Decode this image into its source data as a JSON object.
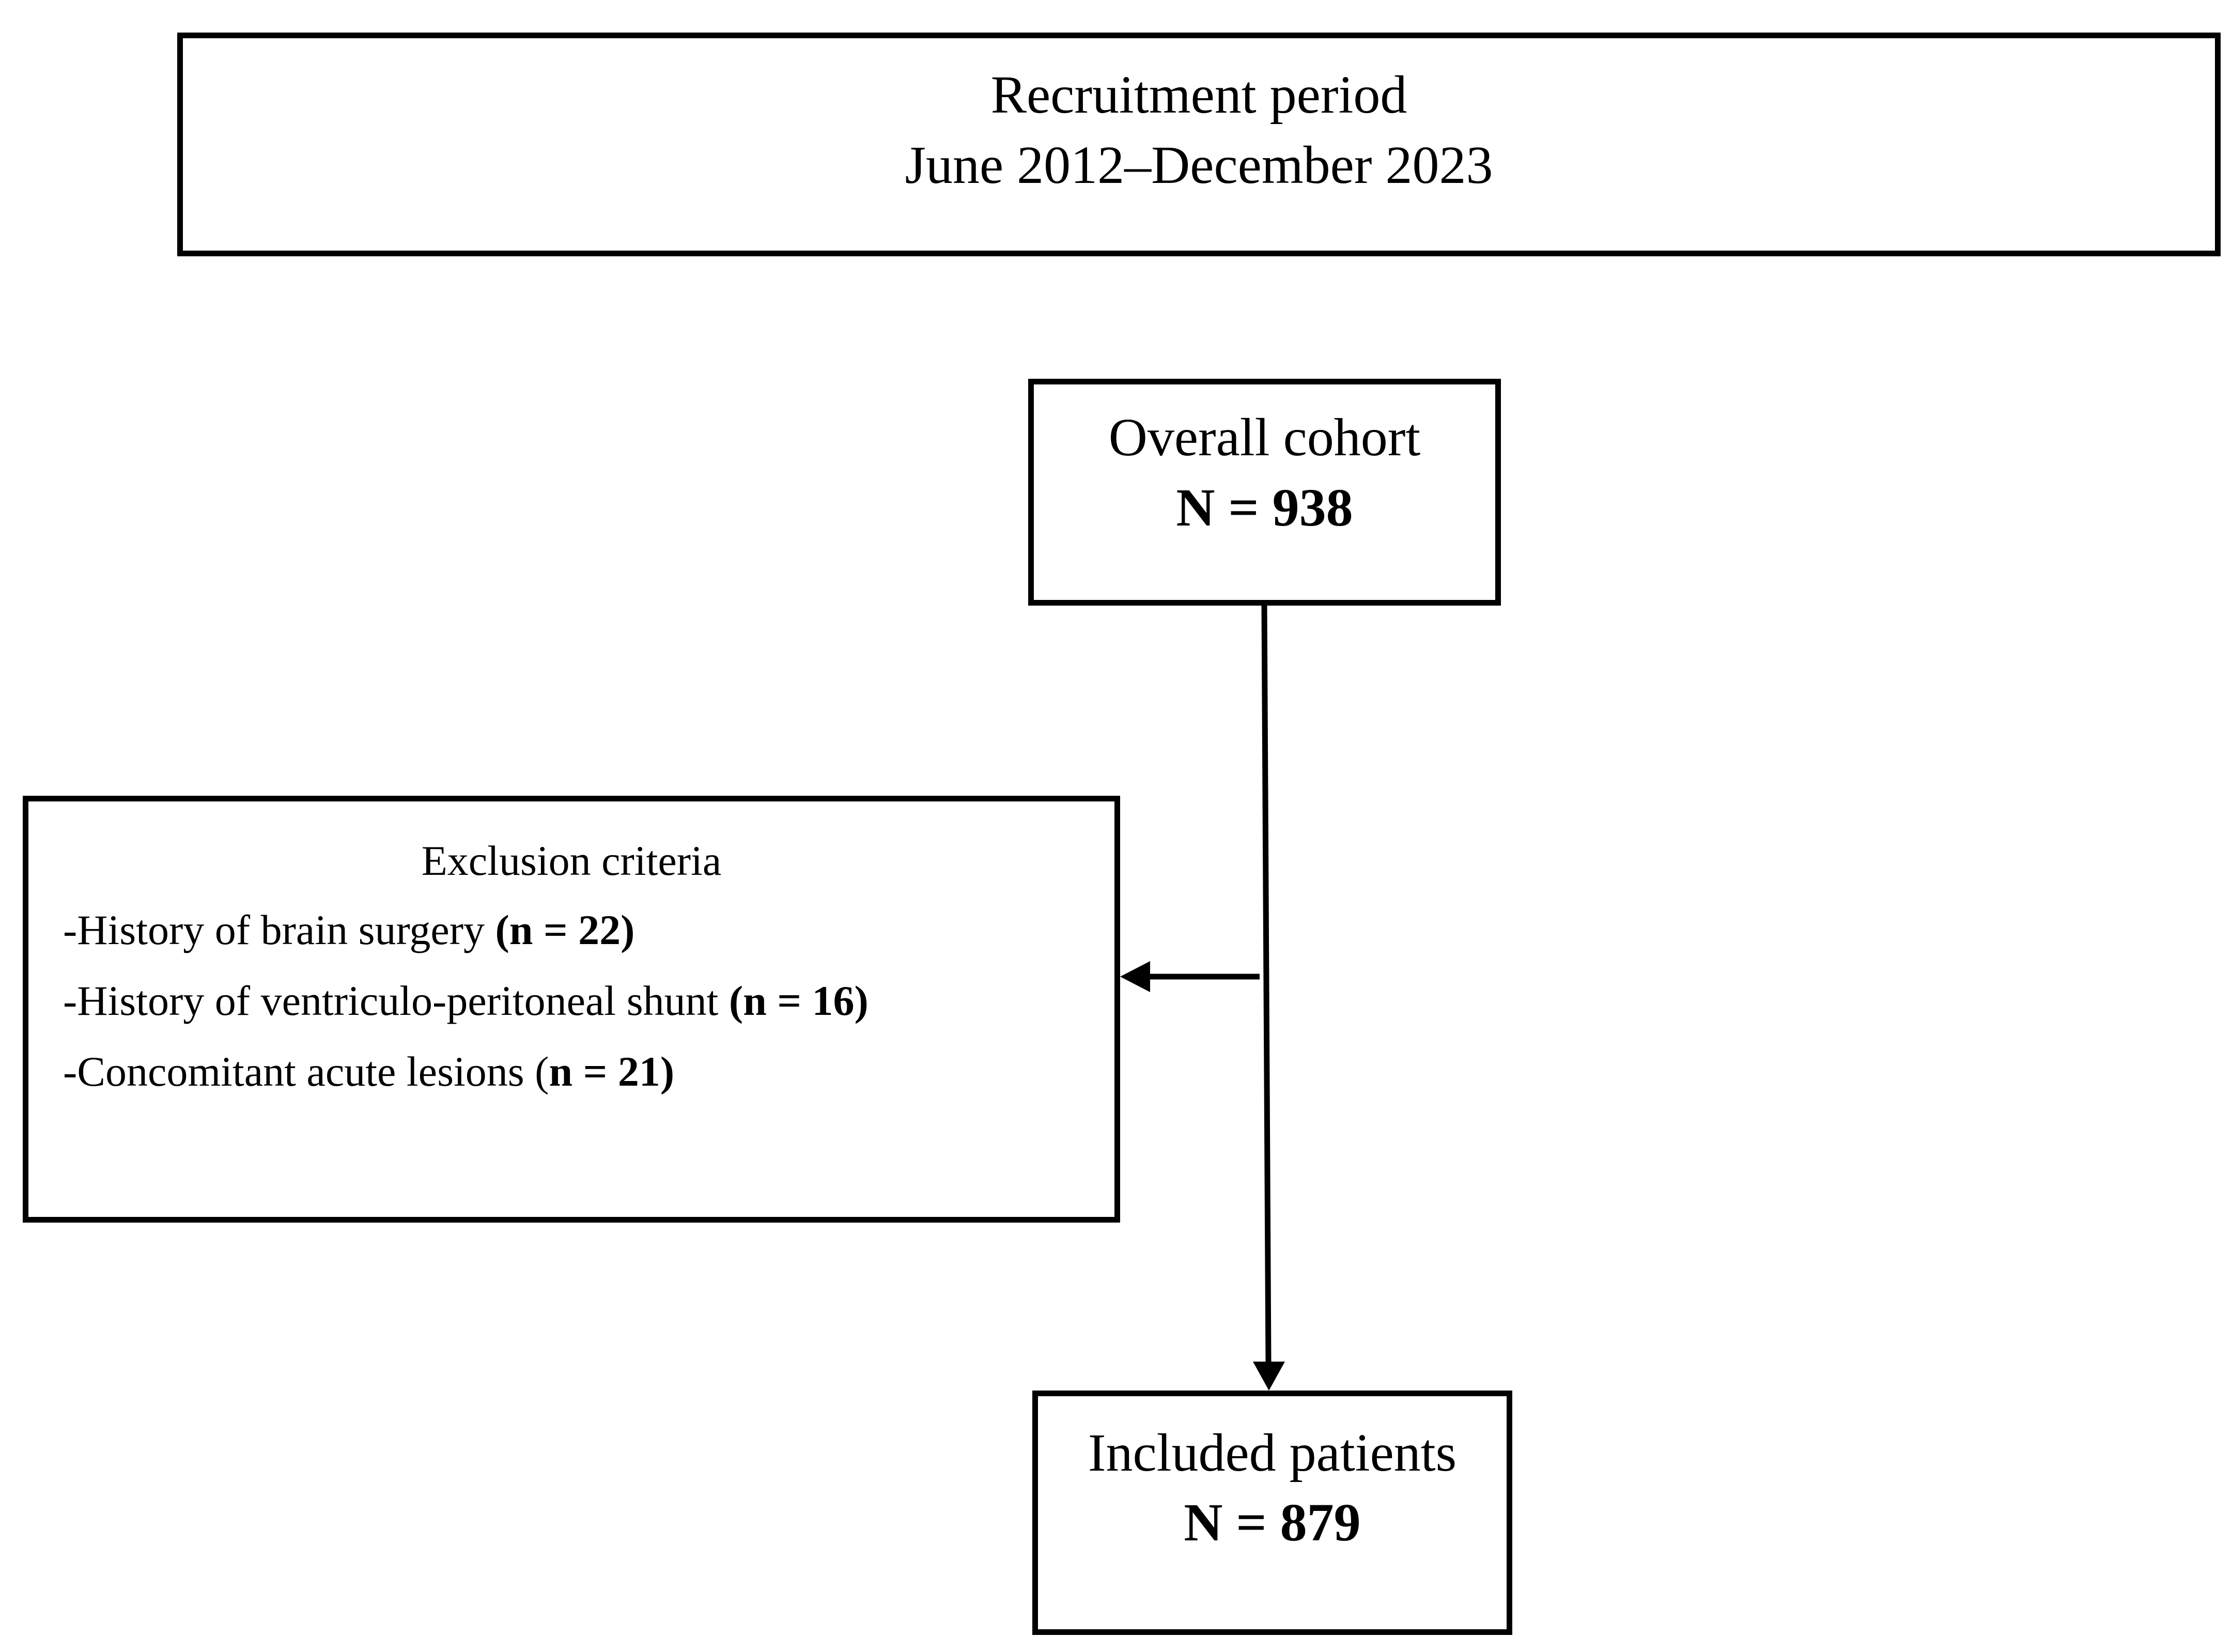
{
  "recruitment": {
    "title": "Recruitment period",
    "period": "June 2012–December 2023"
  },
  "overall": {
    "label": "Overall cohort",
    "count": "N = 938"
  },
  "exclusion": {
    "title": "Exclusion criteria",
    "items": [
      {
        "text": "-History of brain surgery ",
        "count": "(n = 22)"
      },
      {
        "text": "-History of ventriculo-peritoneal shunt ",
        "count": "(n = 16)"
      },
      {
        "text": "-Concomitant acute lesions (",
        "count": "n = 21)"
      }
    ]
  },
  "included": {
    "label": "Included patients",
    "count": "N = 879"
  }
}
